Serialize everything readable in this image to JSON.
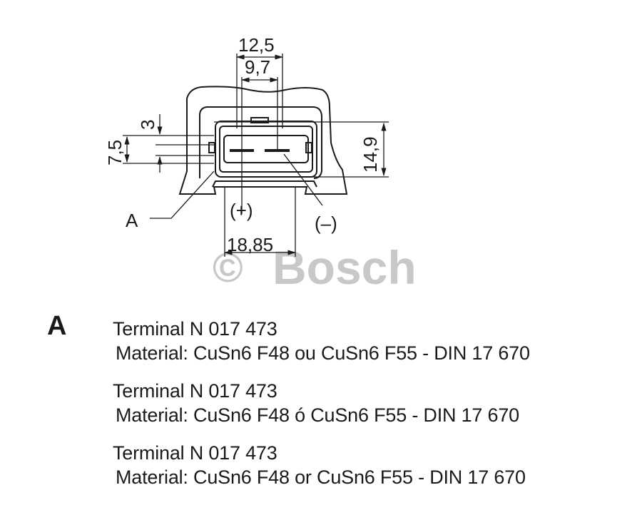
{
  "drawing": {
    "title": "Connector terminal dimension drawing",
    "dimensions": {
      "width_outer": "12,5",
      "width_inner": "9,7",
      "pin_offset": "3",
      "pin_spacing": "7,5",
      "height": "14,9",
      "base_width": "18,85"
    },
    "polarity": {
      "positive": "(+)",
      "negative": "(–)"
    },
    "callout": "A",
    "watermark": {
      "copyright": "©",
      "brand": "Bosch"
    }
  },
  "legend": {
    "letter": "A",
    "entries": [
      {
        "terminal": "Terminal N 017 473",
        "material": "Material: CuSn6 F48 ou CuSn6 F55 - DIN 17 670"
      },
      {
        "terminal": "Terminal N 017 473",
        "material": "Material: CuSn6 F48 ó CuSn6 F55 - DIN 17 670"
      },
      {
        "terminal": "Terminal N 017 473",
        "material": "Material: CuSn6 F48 or CuSn6 F55 - DIN 17 670"
      }
    ]
  }
}
